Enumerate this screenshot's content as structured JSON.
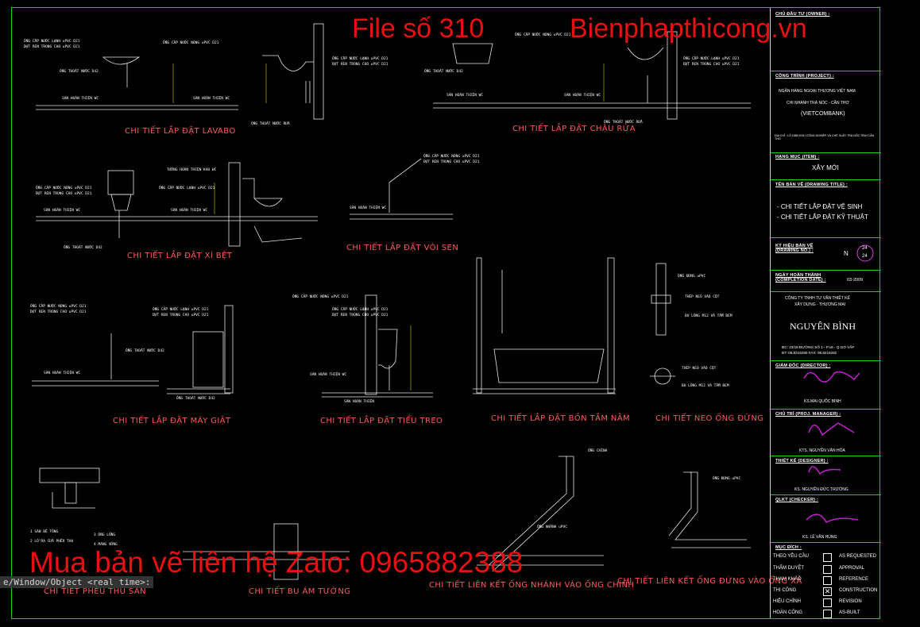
{
  "overlay": {
    "file_label": "File số 310",
    "site": "Bienphapthicong.vn",
    "contact": "Mua bản vẽ liên hệ Zalo: 0965882388"
  },
  "command_line": "e/Window/Object <real time>:",
  "drawings": [
    {
      "title": "CHI TIẾT LẮP ĐẶT LAVABO"
    },
    {
      "title": "CHI TIẾT LẮP ĐẶT CHẬU RỬA"
    },
    {
      "title": "CHI TIẾT LẮP ĐẶT XÍ BỆT"
    },
    {
      "title": "CHI TIẾT LẮP ĐẶT VÒI SEN"
    },
    {
      "title": "CHI TIẾT LẮP ĐẶT MÁY GIẶT"
    },
    {
      "title": "CHI TIẾT LẮP ĐẶT TIỂU TREO"
    },
    {
      "title": "CHI TIẾT LẮP ĐẶT BỒN TẮM NẰM"
    },
    {
      "title": "CHI TIẾT NEO ỐNG ĐỨNG"
    },
    {
      "title": "CHI TIẾT PHỄU THU SÀN"
    },
    {
      "title": "CHI TIẾT BU ÁM TƯỜNG"
    },
    {
      "title": "CHI TIẾT LIÊN KẾT ỐNG NHÁNH VÀO ỐNG CHÍNH"
    },
    {
      "title": "CHI TIẾT LIÊN KẾT ỐNG ĐỨNG VÀO ỐNG XẢ"
    }
  ],
  "notes": {
    "cold_water": "ỐNG CẤP NƯỚC LẠNH uPVC D21",
    "thread": "DỰT REN TRONG CHO uPVC D21",
    "hot_water": "ỐNG CẤP NƯỚC NÓNG uPVC D21",
    "drain": "ỐNG THOÁT NƯỚC D42",
    "floor": "SÀN HOÀN THIỆN WC",
    "wall_finish": "TƯỜNG HOÀN THIỆN KHU WC",
    "sink_drain": "ỐNG THOÁT NƯỚC RỬA",
    "floor_finish": "SÀN HOÀN THIỆN",
    "pipe_clamp": "ỐNG ĐỨNG uPVC",
    "bracket": "THÉP NEO VÀO CỘT",
    "bolt": "BU LÔNG M12 VÀ TẮM ĐEM",
    "branch": "ỐNG NHÁNH uPVC",
    "main": "ỐNG CHÍNH",
    "vertical": "ỐNG ĐỨNG uPVC",
    "floor_drain_1": "1 SÀN BÊ TÔNG",
    "floor_drain_2": "2 LỖ RA CỬA PHỄU THU",
    "floor_drain_3": "3 ỐNG LỒNG",
    "floor_drain_4": "4 MÀNG VỮNG"
  },
  "title_block": {
    "owner_h": "CHỦ ĐẦU TƯ (OWNER) :",
    "project_h": "CÔNG TRÌNH (PROJECT) :",
    "project_1": "NGÂN HÀNG NGOẠI THƯƠNG VIỆT NAM",
    "project_2": "CHI NHÁNH TRÀ NÓC - CẦN THƠ",
    "project_3": "(VIETCOMBANK)",
    "location": "ĐỊA CHỈ : LÔ 16B3 KHU CÔNG NGHIỆP VÀ CHẾ XUẤT TRÀ NÓC TỈNH CẦN THƠ",
    "item_h": "HẠNG MỤC (ITEM) :",
    "item": "XÂY MỚI",
    "sheet_title_h": "TÊN BẢN VẼ (DRAWING TITLE) :",
    "sheet_title_1": "- CHI TIẾT LẮP ĐẶT VỆ SINH",
    "sheet_title_2": "- CHI TIẾT LẮP ĐẶT KỸ THUẬT",
    "drawing_no_h": "KÝ HIỆU BẢN VẼ (DRAWING NO.) :",
    "drawing_prefix": "N",
    "sheet_num": "24",
    "sheet_den": "24",
    "date_h": "NGÀY HOÀN THÀNH (COMPLETION DATE) :",
    "date": "03-2009",
    "consultant_1": "CÔNG TY TNHH TƯ VẤN THIẾT KẾ",
    "consultant_2": "XÂY DỰNG - THƯƠNG MẠI",
    "firm": "NGUYÊN BÌNH",
    "firm_addr": "ĐC: 23/18 ĐƯỜNG SỐ 1 - P.16 - Q.GÒ VẤP",
    "firm_tel": "ĐT: 08.8216280   FAX: 08.8216282",
    "director_h": "GIÁM ĐỐC (DIRECTOR) :",
    "director": "KS.MAI QUỐC BÌNH",
    "manager_h": "CHỦ TRÌ (PROJ. MANAGER) :",
    "manager": "KTS. NGUYỄN VĂN HÒA",
    "designer_h": "THIẾT KẾ (DESIGNER) :",
    "designer": "KS. NGUYỄN ĐỨC TRƯỜNG",
    "checker_h": "QLKT (CHECKER) :",
    "checker": "KS. LÊ VĂN HÙNG",
    "purpose_h": "MỤC ĐÍCH :",
    "legend": [
      {
        "l": "THEO YÊU CẦU",
        "r": "AS REQUESTED",
        "x": ""
      },
      {
        "l": "THẨM DUYỆT",
        "r": "APPROVAL",
        "x": ""
      },
      {
        "l": "THAM KHẢO",
        "r": "REFERENCE",
        "x": ""
      },
      {
        "l": "THI CÔNG",
        "r": "CONSTRUCTION",
        "x": "✕"
      },
      {
        "l": "HIỆU CHỈNH",
        "r": "REVISION",
        "x": ""
      },
      {
        "l": "HOÀN CÔNG",
        "r": "AS-BUILT",
        "x": ""
      }
    ]
  }
}
